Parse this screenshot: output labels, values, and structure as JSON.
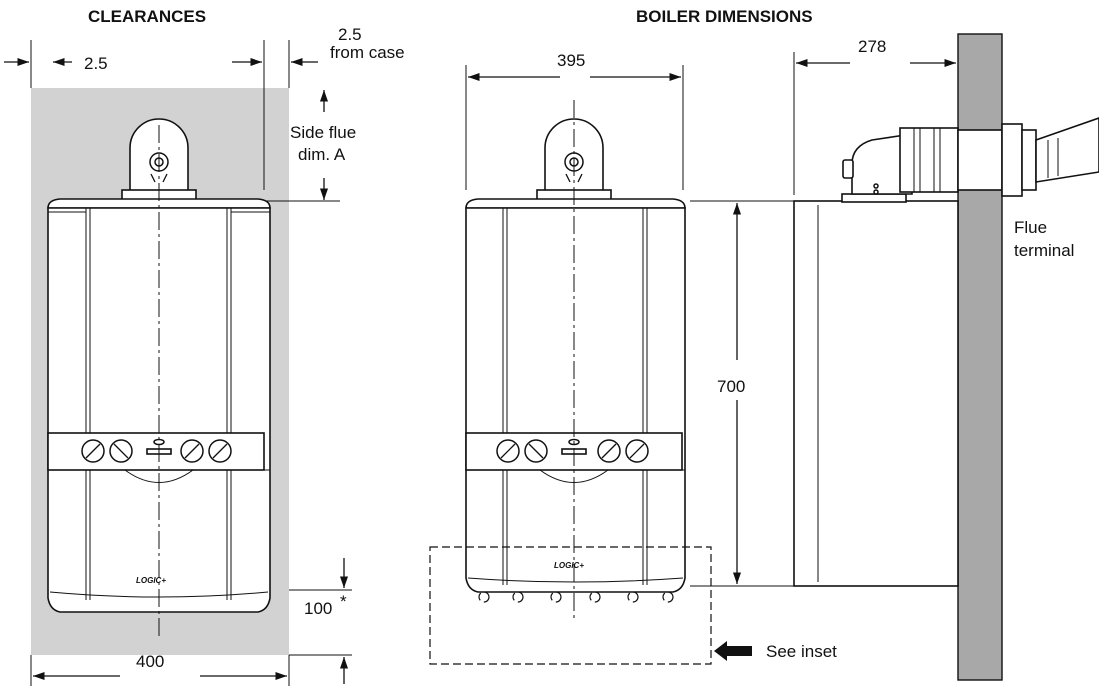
{
  "clearances": {
    "title": "CLEARANCES",
    "side_clearance": "2.5",
    "case_clearance_value": "2.5",
    "case_clearance_note": "from case",
    "top_label_line1": "Side flue",
    "top_label_line2": "dim. A",
    "bottom_clearance": "100",
    "bottom_asterisk": "*",
    "width": "400",
    "logo_text": "LOGIC+"
  },
  "boiler": {
    "title": "BOILER DIMENSIONS",
    "width": "395",
    "depth": "278",
    "height": "700",
    "flue_label_line1": "Flue",
    "flue_label_line2": "terminal",
    "inset_label": "See inset",
    "logo_text": "LOGIC+"
  },
  "colors": {
    "clearance_zone": "#d2d2d2",
    "wall": "#a8a8a8",
    "line": "#111111"
  }
}
